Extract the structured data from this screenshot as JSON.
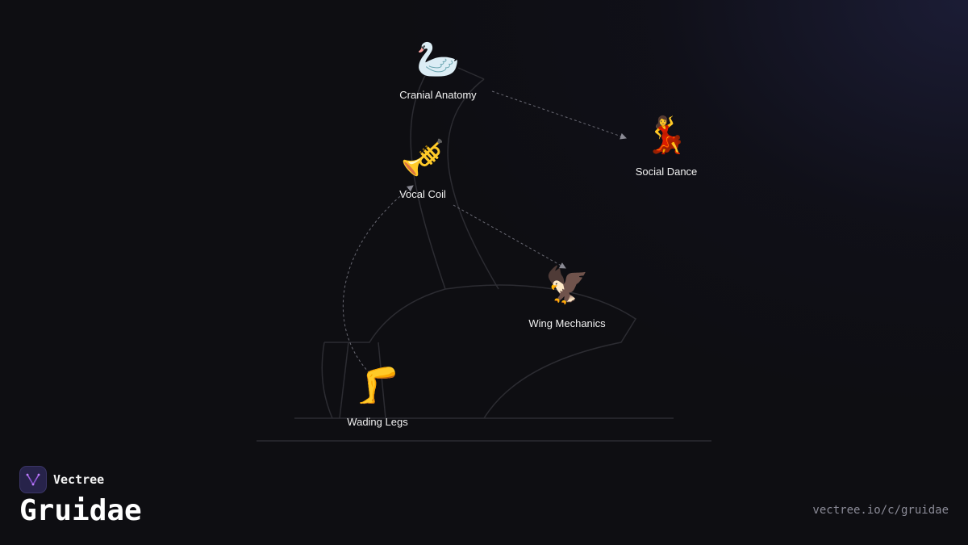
{
  "brand": {
    "name": "Vectree",
    "accent": "#a060e0"
  },
  "page": {
    "title": "Gruidae",
    "url": "vectree.io/c/gruidae"
  },
  "diagram": {
    "nodes": [
      {
        "id": "cranial",
        "label": "Cranial Anatomy",
        "emoji": "🦢"
      },
      {
        "id": "vocal",
        "label": "Vocal Coil",
        "emoji": "🎺"
      },
      {
        "id": "dance",
        "label": "Social Dance",
        "emoji": "💃"
      },
      {
        "id": "wing",
        "label": "Wing Mechanics",
        "emoji": "🦅"
      },
      {
        "id": "legs",
        "label": "Wading Legs",
        "emoji": "🦵"
      }
    ],
    "edges": [
      {
        "from": "cranial",
        "to": "dance",
        "style": "dashed"
      },
      {
        "from": "vocal",
        "to": "wing",
        "style": "dashed"
      },
      {
        "from": "legs",
        "to": "vocal",
        "style": "dashed"
      }
    ]
  }
}
